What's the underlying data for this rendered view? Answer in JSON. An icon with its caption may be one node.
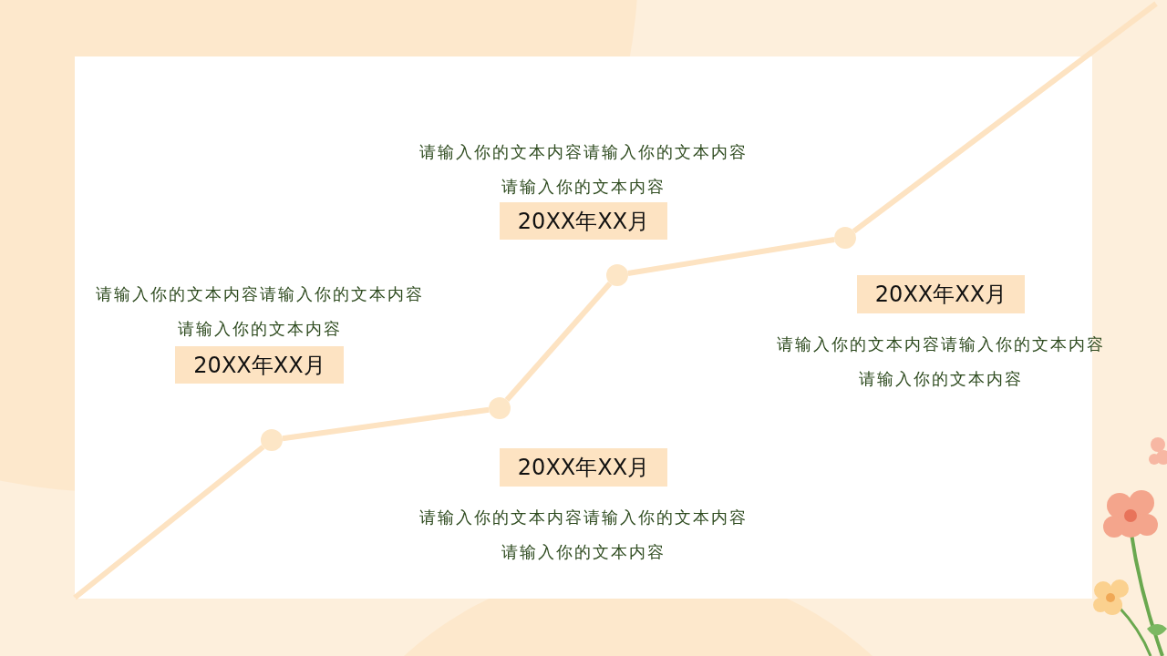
{
  "diagram": {
    "nodes": [
      {
        "text": [
          "20XX年XX月"
        ],
        "beside": [
          "请输入你的文本内容请输入你的文本内容请输入你的文本内容"
        ]
      },
      {
        "text": [
          "20XX年XX月"
        ],
        "beside": [
          "请输入你的文本内容请输入你的文本内容请输入你的文本内容"
        ]
      },
      {
        "text": [
          "20XX年XX月"
        ],
        "beside": [
          "请输入你的文本内容请输入你的文本内容请输入你的文本内容"
        ]
      },
      {
        "text": [
          "20XX年XX月"
        ],
        "beside": [
          "请输入你的文本内容请输入你的文本内容请输入你的文本内容"
        ]
      },
      {
        "text": [],
        "shape": "circle"
      },
      {
        "text": [],
        "shape": "circle"
      },
      {
        "text": [],
        "shape": "circle"
      },
      {
        "text": [],
        "shape": "circle"
      }
    ],
    "edges": [
      {
        "from": null,
        "to": 4,
        "arrow": "none"
      },
      {
        "from": 4,
        "to": 5,
        "arrow": "none"
      },
      {
        "from": 5,
        "to": 6,
        "arrow": "none"
      },
      {
        "from": 6,
        "to": 7,
        "arrow": "none"
      },
      {
        "from": 7,
        "to": null,
        "arrow": "none"
      }
    ]
  }
}
